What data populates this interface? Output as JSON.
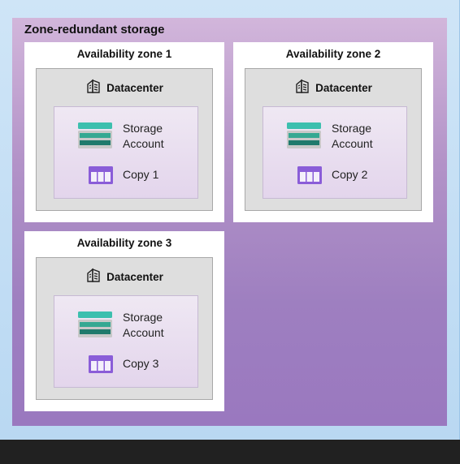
{
  "title": "Zone-redundant storage",
  "zones": [
    {
      "title": "Availability zone 1",
      "datacenter": "Datacenter",
      "storage_line1": "Storage",
      "storage_line2": "Account",
      "copy": "Copy 1"
    },
    {
      "title": "Availability zone 2",
      "datacenter": "Datacenter",
      "storage_line1": "Storage",
      "storage_line2": "Account",
      "copy": "Copy 2"
    },
    {
      "title": "Availability zone 3",
      "datacenter": "Datacenter",
      "storage_line1": "Storage",
      "storage_line2": "Account",
      "copy": "Copy 3"
    }
  ],
  "icons": {
    "datacenter": "datacenter-building-icon",
    "storage": "storage-account-icon",
    "copy": "data-copy-table-icon"
  },
  "colors": {
    "storage_accent": "#3cbfae",
    "storage_dark": "#1f7a6c",
    "copy_accent": "#8a5dd8",
    "region_purple": "#9e7fc0",
    "outer_blue": "#b9d8f2"
  }
}
